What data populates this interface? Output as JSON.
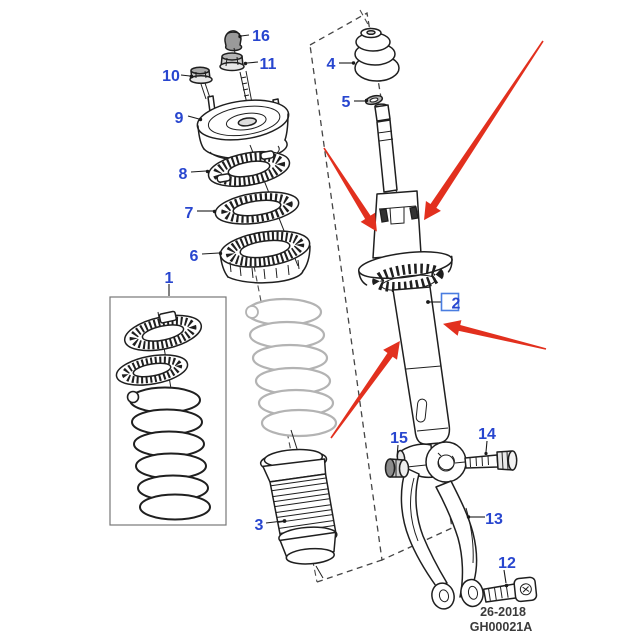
{
  "figure": {
    "description_hint": "Exploded parts diagram - front shock absorber, coil spring and lower fork",
    "callouts": [
      "1",
      "2",
      "3",
      "4",
      "5",
      "6",
      "7",
      "8",
      "9",
      "10",
      "11",
      "12",
      "13",
      "14",
      "15",
      "16"
    ],
    "selected_callout": "2",
    "footer": {
      "drawing_date": "26-2018",
      "drawing_code": "GH00021A"
    },
    "colors": {
      "callout_blue": "#2846cf",
      "selected_box_blue": "#4a7de0",
      "arrow_red": "#e2301e",
      "line_dark": "#1f1f1f",
      "line_gray": "#b3b3b3"
    }
  }
}
